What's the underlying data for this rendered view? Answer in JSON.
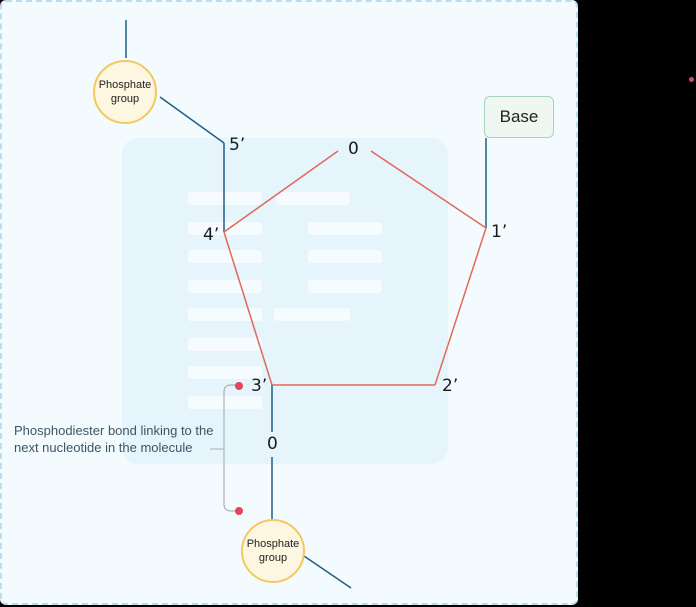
{
  "atoms": {
    "c5": "5’",
    "c4": "4’",
    "c3": "3’",
    "c2": "2’",
    "c1": "1’",
    "ring_oxygen": "0",
    "bridge_oxygen": "0"
  },
  "phosphate_top": {
    "line1": "Phosphate",
    "line2": "group"
  },
  "phosphate_bottom": {
    "line1": "Phosphate",
    "line2": "group"
  },
  "base": {
    "label": "Base"
  },
  "annotation": {
    "text": "Phosphodiester bond linking to the next nucleotide in the molecule"
  },
  "colors": {
    "ring_bond": "#e06a5c",
    "backbone_bond": "#1f5f86",
    "phosphate_fill": "#fdf6e0",
    "phosphate_border": "#f2c861",
    "base_fill": "#eef7f1",
    "marker": "#e0475b"
  }
}
